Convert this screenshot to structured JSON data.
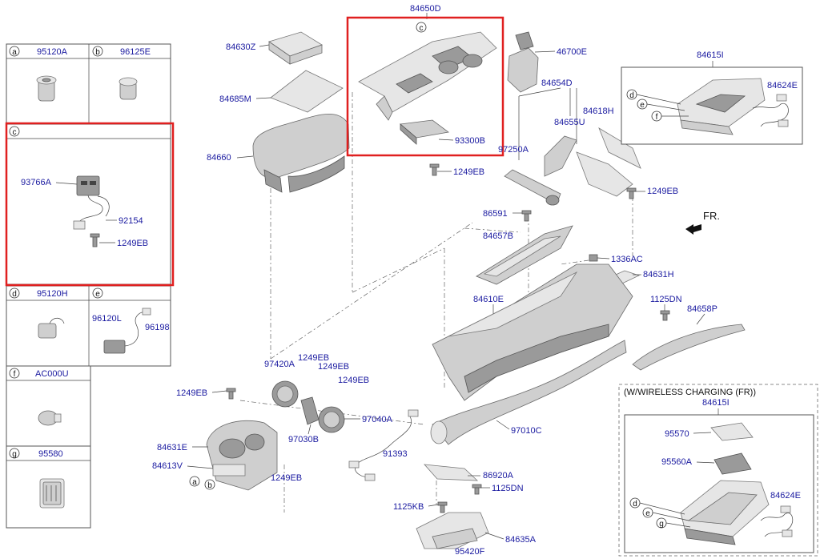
{
  "panels": [
    {
      "letter": "a",
      "part": "95120A"
    },
    {
      "letter": "b",
      "part": "96125E"
    },
    {
      "letter": "c",
      "part": ""
    },
    {
      "letter": "d",
      "part": "95120H"
    },
    {
      "letter": "e",
      "part": ""
    },
    {
      "letter": "f",
      "part": "AC000U"
    },
    {
      "letter": "g",
      "part": "95580"
    }
  ],
  "panel_c_labels": [
    "93766A",
    "92154",
    "1249EB"
  ],
  "panel_e_labels": [
    "96120L",
    "96198"
  ],
  "wireless_title": "(W/WIRELESS CHARGING (FR))",
  "direction_label": "FR.",
  "callouts": {
    "c_top": "c",
    "a_bot": "a",
    "b_bot": "b",
    "d1": "d",
    "e1": "e",
    "f1": "f",
    "d2": "d",
    "e2": "e",
    "g2": "g"
  },
  "labels": {
    "l84650D": "84650D",
    "l84630Z": "84630Z",
    "l84685M": "84685M",
    "l84660": "84660",
    "l46700E": "46700E",
    "l84654D": "84654D",
    "l84618H": "84618H",
    "l84655U": "84655U",
    "l97250A": "97250A",
    "l93300B": "93300B",
    "l1249EB_a": "1249EB",
    "l84615I_top": "84615I",
    "l84624E_top": "84624E",
    "l1249EB_b": "1249EB",
    "l86591": "86591",
    "l84657B": "84657B",
    "l1336AC": "1336AC",
    "l84631H": "84631H",
    "l84610E": "84610E",
    "l1125DN_a": "1125DN",
    "l84658P": "84658P",
    "l1249EB_c": "1249EB",
    "l97420A": "97420A",
    "l1249EB_d": "1249EB",
    "l1249EB_e": "1249EB",
    "l1249EB_f": "1249EB",
    "l97040A": "97040A",
    "l97030B": "97030B",
    "l84631E": "84631E",
    "l84613V": "84613V",
    "l1249EB_g": "1249EB",
    "l91393": "91393",
    "l97010C": "97010C",
    "l86920A": "86920A",
    "l1125DN_b": "1125DN",
    "l1125KB": "1125KB",
    "l84635A": "84635A",
    "l95420F": "95420F",
    "l84615I_bot": "84615I",
    "l95570": "95570",
    "l95560A": "95560A",
    "l84624E_bot": "84624E"
  }
}
